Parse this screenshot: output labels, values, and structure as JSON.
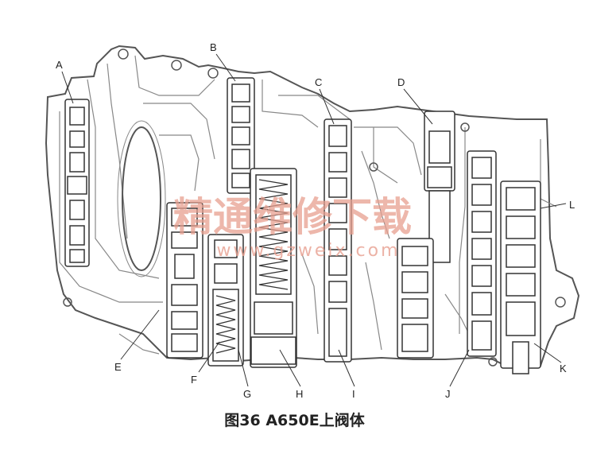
{
  "caption": "图36 A650E上阀体",
  "watermark": {
    "cn": "精通维修下载",
    "url": "www.gzweix.com"
  },
  "labels": {
    "A": "A",
    "B": "B",
    "C": "C",
    "D": "D",
    "E": "E",
    "F": "F",
    "G": "G",
    "H": "H",
    "I": "I",
    "J": "J",
    "K": "K",
    "L": "L"
  },
  "colors": {
    "line": "#555555",
    "light": "#888888",
    "watermark": "#e8a090"
  }
}
